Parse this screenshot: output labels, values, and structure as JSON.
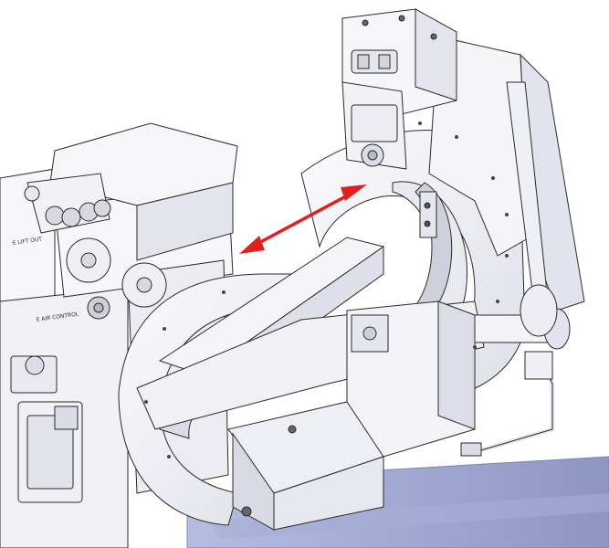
{
  "figure": {
    "labels": {
      "lift_out": "E LIFT OUT",
      "air_control": "E AIR CONTROL"
    },
    "arrow": {
      "color": "#e0201e",
      "icon": "double-headed-arrow"
    },
    "colors": {
      "outline": "#2a2a2a",
      "metal_light": "#f4f4f8",
      "metal_mid": "#e6e6ee",
      "metal_shadow": "#c9cad6",
      "floor": "#9aa3cc"
    }
  }
}
